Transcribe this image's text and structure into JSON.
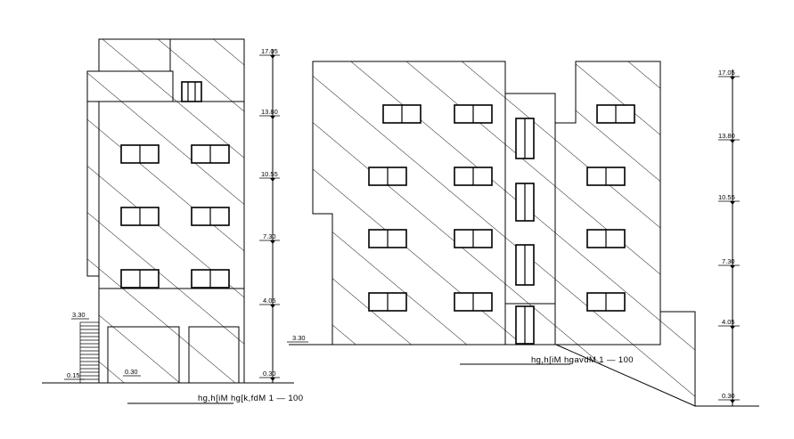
{
  "drawing": {
    "left_elevation": {
      "levels": [
        {
          "label": "17.05"
        },
        {
          "label": "13.80"
        },
        {
          "label": "10.55"
        },
        {
          "label": "7.30"
        },
        {
          "label": "4.05"
        },
        {
          "label": "0.30"
        }
      ],
      "side_labels": {
        "upper": "3.30",
        "base": "0.15",
        "inner": "0.30"
      },
      "title": "hg,h[iM  hg[k,fdM   1  —   100"
    },
    "right_elevation": {
      "levels": [
        {
          "label": "17.05"
        },
        {
          "label": "13.80"
        },
        {
          "label": "10.55"
        },
        {
          "label": "7.30"
        },
        {
          "label": "4.05"
        },
        {
          "label": "0.30"
        }
      ],
      "ground_label": "3.30",
      "title": "hg,h[iM   hgavdM    1   —    100"
    }
  }
}
